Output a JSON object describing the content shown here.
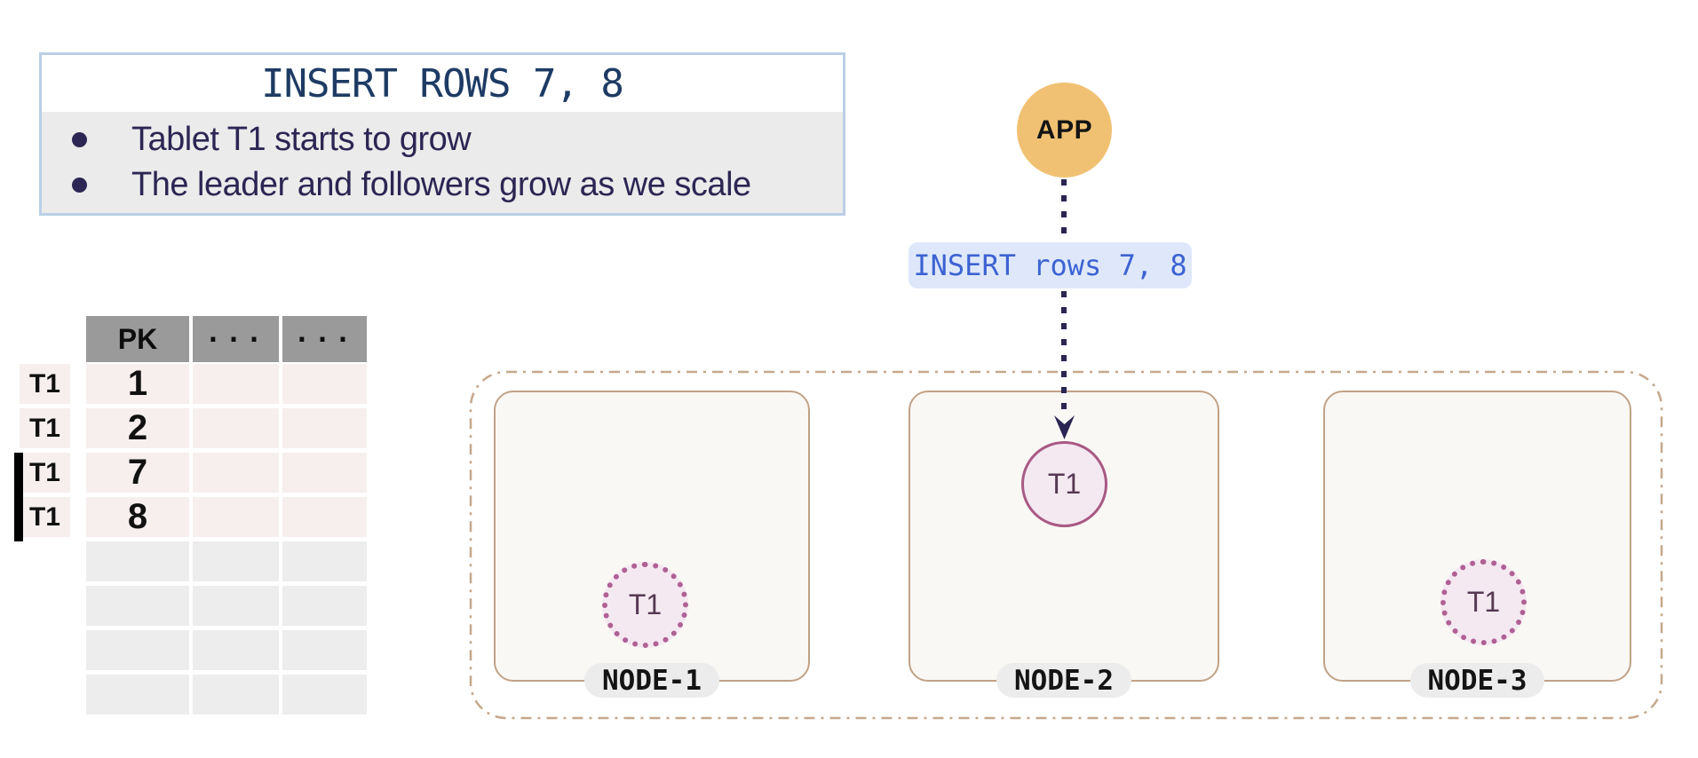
{
  "info_box": {
    "title": "INSERT ROWS 7, 8",
    "bullets": [
      "Tablet T1 starts to grow",
      "The leader and followers grow as we scale"
    ]
  },
  "app": {
    "label": "APP"
  },
  "query_label": {
    "text": "INSERT rows 7, 8"
  },
  "table": {
    "headers": [
      "PK",
      "...",
      "..."
    ],
    "rows": [
      {
        "tablet": "T1",
        "pk": "1",
        "inserted": false
      },
      {
        "tablet": "T1",
        "pk": "2",
        "inserted": false
      },
      {
        "tablet": "T1",
        "pk": "7",
        "inserted": true
      },
      {
        "tablet": "T1",
        "pk": "8",
        "inserted": true
      }
    ],
    "empty_row_count": 4
  },
  "cluster": {
    "nodes": [
      {
        "label": "NODE-1",
        "tablet": {
          "label": "T1",
          "role": "follower"
        }
      },
      {
        "label": "NODE-2",
        "tablet": {
          "label": "T1",
          "role": "leader"
        }
      },
      {
        "label": "NODE-3",
        "tablet": {
          "label": "T1",
          "role": "follower"
        }
      }
    ]
  },
  "colors": {
    "app_circle": "#f1c173",
    "title_text": "#1d3b64",
    "bullet_text": "#2b2653",
    "query_label_bg": "#dfe8fb",
    "query_label_text": "#3c63d2",
    "arrow": "#2a2552",
    "table_header_bg": "#9a9a9a",
    "row_filled_bg": "#f6efee",
    "row_empty_bg": "#ededed",
    "node_bg": "#faf8f5",
    "node_border": "#c0a287",
    "cluster_border": "#c6a88c",
    "node_pill_bg": "#ececec",
    "tablet_fill": "#f4e9f1",
    "tablet_text": "#553852",
    "tablet_leader_border": "#a85a83",
    "tablet_follower_border": "#b06094"
  }
}
